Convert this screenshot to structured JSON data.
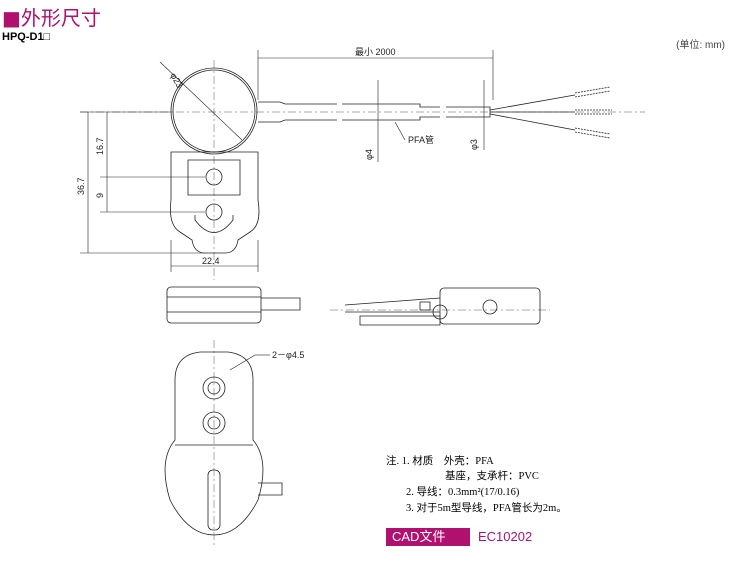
{
  "header": {
    "title": "■外形尺寸",
    "model": "HPQ-D1□",
    "unit": "(单位: mm)"
  },
  "dimensions": {
    "length": "最小 2000",
    "dia_body": "φ23",
    "dia_cable": "φ4",
    "dia_end": "φ3",
    "tube": "PFA管",
    "height_total": "36.7",
    "height_upper": "16.7",
    "hole_pitch": "9",
    "width": "22.4",
    "holes": "2－φ4.5"
  },
  "notes": {
    "line1": "注. 1. 材质　外壳：PFA",
    "line2": "基座，支承杆：PVC",
    "line3": "2. 导线：0.3mm²(17/0.16)",
    "line4": "3. 对于5m型导线，PFA管长为2m。"
  },
  "cad": {
    "label": "CAD文件号：",
    "number": "EC10202"
  },
  "colors": {
    "accent": "#b0106e"
  }
}
